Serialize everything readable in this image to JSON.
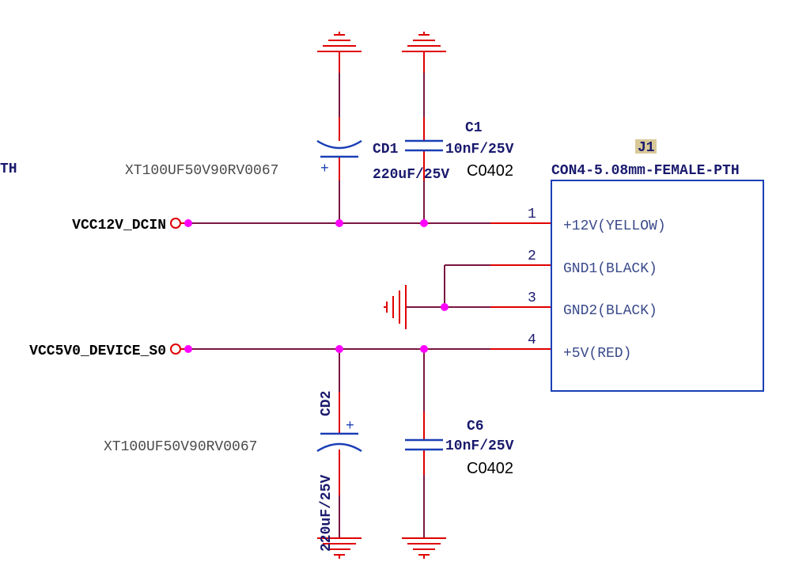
{
  "colors": {
    "wire": "#7a1640",
    "pin": "#e00000",
    "component": "#1a3fb5",
    "junction": "#ff00ff",
    "text_dark": "#1a1a6e",
    "text_black": "#000000",
    "text_gray": "#4a4a4a",
    "designator_highlight": "#d9c99a"
  },
  "nets": {
    "vcc12": "VCC12V_DCIN",
    "vcc5": "VCC5V0_DEVICE_S0",
    "left_partial": "TH"
  },
  "connector": {
    "designator": "J1",
    "part": "CON4-5.08mm-FEMALE-PTH",
    "pins": [
      {
        "number": "1",
        "label": "+12V(YELLOW)"
      },
      {
        "number": "2",
        "label": "GND1(BLACK)"
      },
      {
        "number": "3",
        "label": "GND2(BLACK)"
      },
      {
        "number": "4",
        "label": "+5V(RED)"
      }
    ]
  },
  "components": {
    "cd1": {
      "designator": "CD1",
      "value": "220uF/25V",
      "part": "XT100UF50V90RV0067",
      "polarity": "+"
    },
    "c1": {
      "designator": "C1",
      "value": "10nF/25V",
      "footprint": "C0402"
    },
    "cd2": {
      "designator": "CD2",
      "value": "220uF/25V",
      "part": "XT100UF50V90RV0067",
      "polarity": "+"
    },
    "c6": {
      "designator": "C6",
      "value": "10nF/25V",
      "footprint": "C0402"
    }
  }
}
